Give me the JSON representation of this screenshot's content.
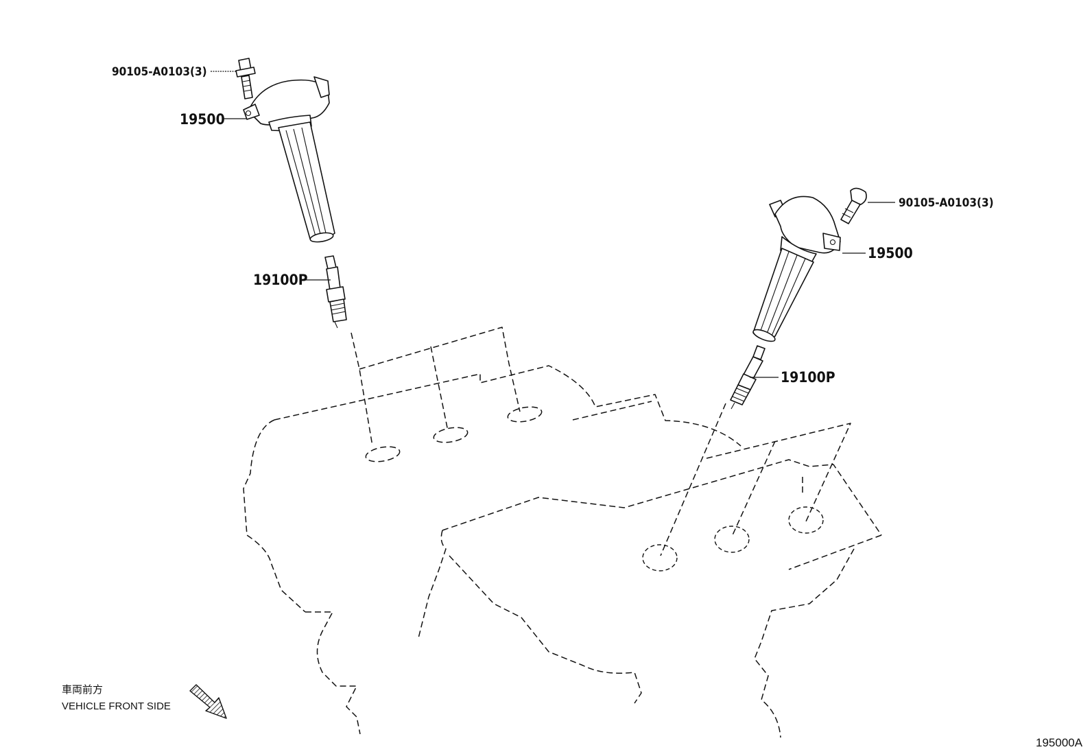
{
  "labels": {
    "bolt_left": "90105-A0103(3)",
    "coil_left": "19500",
    "plug_left": "19100P",
    "bolt_right": "90105-A0103(3)",
    "coil_right": "19500",
    "plug_right": "19100P"
  },
  "orientation": {
    "japanese": "車両前方",
    "english": "VEHICLE FRONT SIDE",
    "arrow_icon": "hatched-diagonal-arrow"
  },
  "figure_code": "195000A"
}
